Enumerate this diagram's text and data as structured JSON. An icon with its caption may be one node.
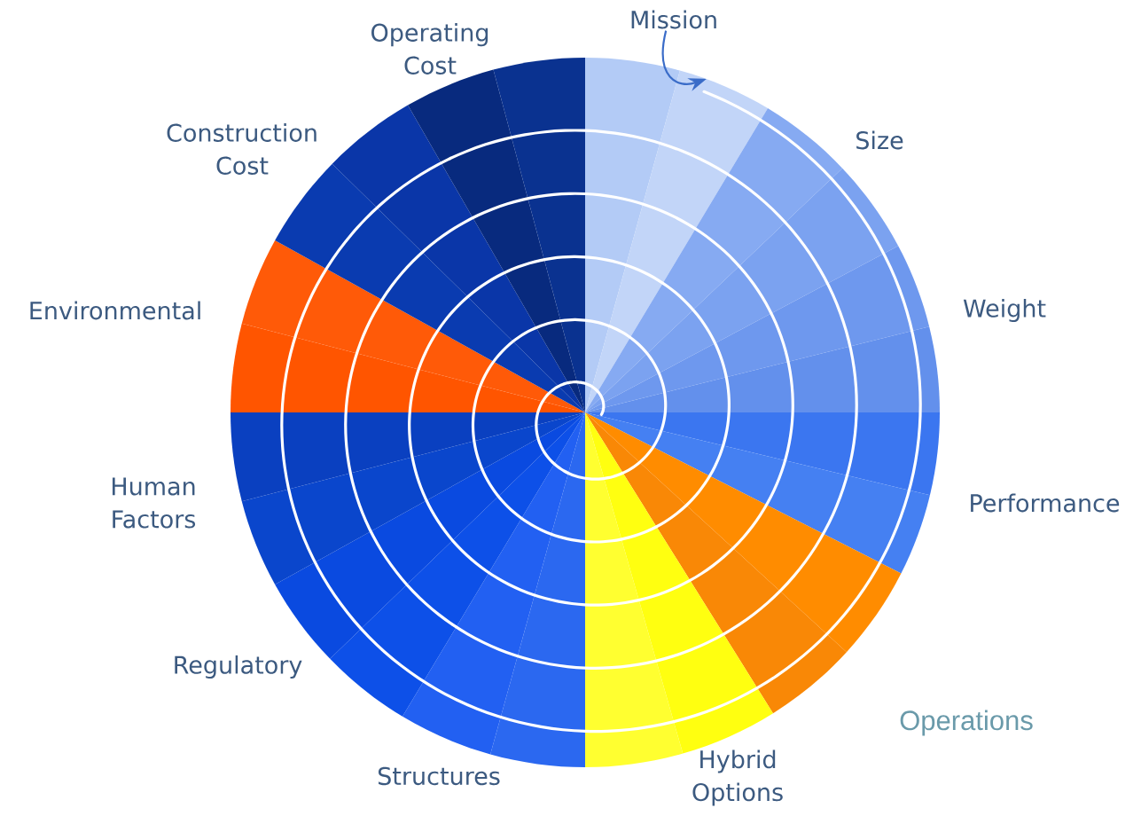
{
  "diagram": {
    "nodes": [
      {
        "text": [
          "Mission"
        ]
      },
      {
        "text": [],
        "shape": "circle"
      }
    ],
    "edges": [
      {
        "from": 0,
        "to": 1,
        "arrow": "to"
      }
    ],
    "labels": [
      "Operating Cost",
      "Size",
      "Construction Cost",
      "Weight",
      "Environmental",
      "Human Factors",
      "Performance",
      "Regulatory",
      "Operations",
      "Structures",
      "Hybrid Options"
    ]
  }
}
